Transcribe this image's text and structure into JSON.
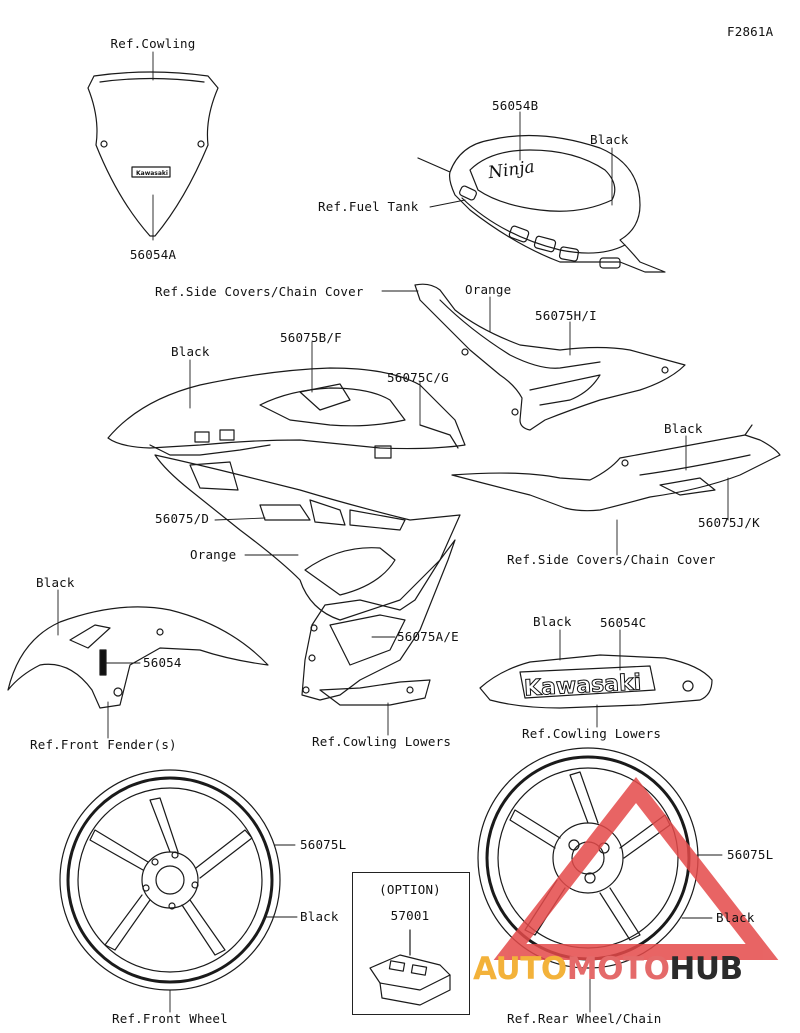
{
  "figure_code": "F2861A",
  "labels": {
    "ref_cowling": "Ref.Cowling",
    "p56054A": "56054A",
    "p56054B": "56054B",
    "black_tank": "Black",
    "ref_fuel_tank": "Ref.Fuel Tank",
    "ref_side_covers_top": "Ref.Side Covers/Chain Cover",
    "orange_top": "Orange",
    "p56075HI": "56075H/I",
    "black_cowl": "Black",
    "p56075BF": "56075B/F",
    "p56075CG": "56075C/G",
    "black_side": "Black",
    "p56075JK": "56075J/K",
    "p56075D": "56075/D",
    "orange_mid": "Orange",
    "ref_side_covers_bottom": "Ref.Side Covers/Chain Cover",
    "black_fender": "Black",
    "p56054": "56054",
    "black_lower": "Black",
    "p56054C": "56054C",
    "p56075AE": "56075A/E",
    "ref_front_fenders": "Ref.Front Fender(s)",
    "ref_cowling_lowers_left": "Ref.Cowling Lowers",
    "ref_cowling_lowers_right": "Ref.Cowling Lowers",
    "p56075L_front": "56075L",
    "black_front_wheel": "Black",
    "option": "(OPTION)",
    "p57001": "57001",
    "p56075L_rear": "56075L",
    "black_rear_wheel": "Black",
    "ref_front_wheel": "Ref.Front Wheel",
    "ref_rear_wheel": "Ref.Rear Wheel/Chain"
  },
  "decals": {
    "ninja": "Ninja",
    "kawasaki_lower": "Kawasaki",
    "kawasaki_screen": "Kawasaki"
  },
  "watermark": {
    "part1": "AUTO",
    "part2": "MOTO",
    "part3": "HUB"
  },
  "colors": {
    "line": "#1a1a1a",
    "watermark_red": "#e44a4a",
    "watermark_orange": "#f3b23a"
  }
}
